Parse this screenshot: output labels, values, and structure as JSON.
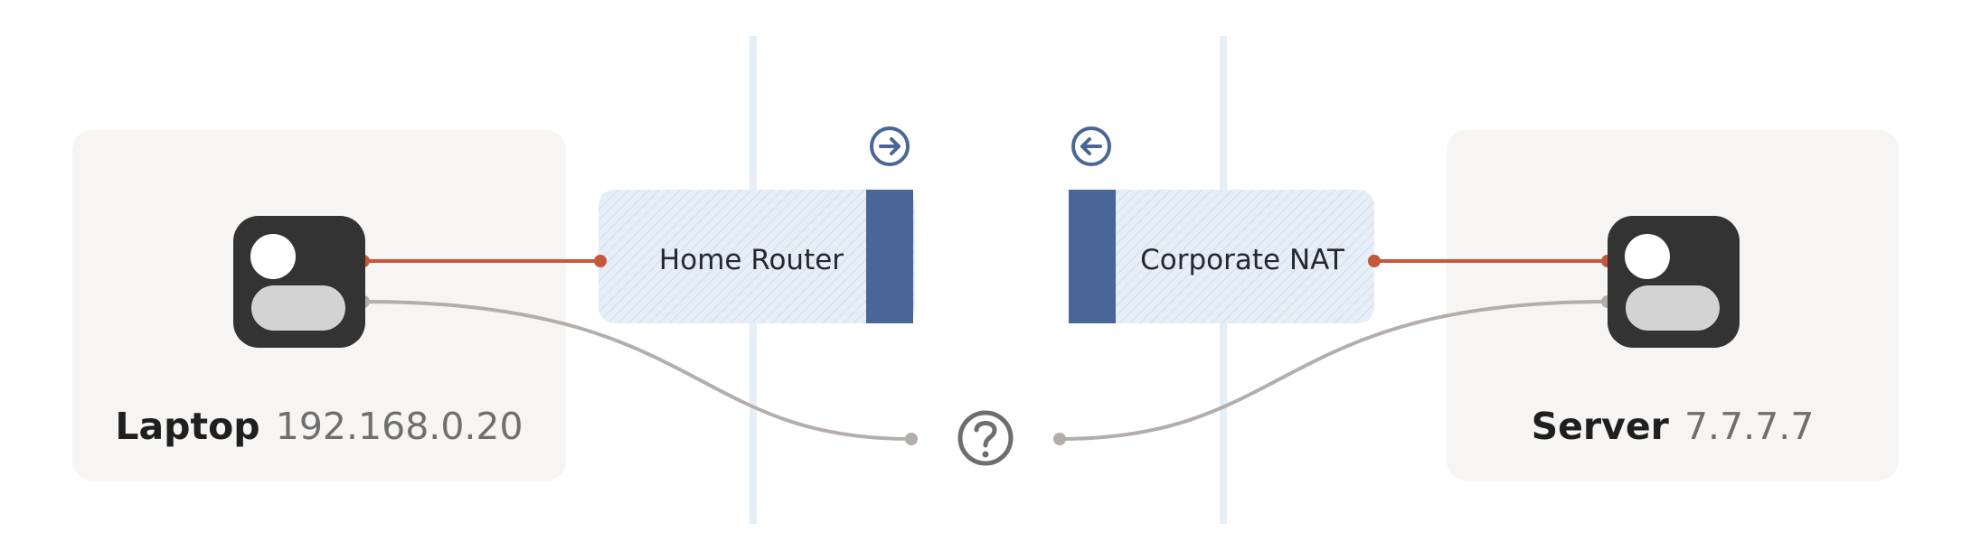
{
  "hosts": {
    "left": {
      "name": "Laptop",
      "ip": "192.168.0.20"
    },
    "right": {
      "name": "Server",
      "ip": "7.7.7.7"
    }
  },
  "nat_boxes": {
    "left": {
      "label": "Home Router",
      "direction_icon": "arrow-right-circle-icon"
    },
    "right": {
      "label": "Corporate NAT",
      "direction_icon": "arrow-left-circle-icon"
    }
  },
  "center_icon": "question-circle-icon",
  "colors": {
    "host_panel": "#f6f5f3",
    "device_icon": "#333333",
    "device_slot": "#d3d3d3",
    "direct_link": "#c5573a",
    "unknown_link": "#b3aeab",
    "nat_accent": "#4a6696",
    "nat_fill": "#e4edf7",
    "boundary_line": "#e6eef6"
  }
}
